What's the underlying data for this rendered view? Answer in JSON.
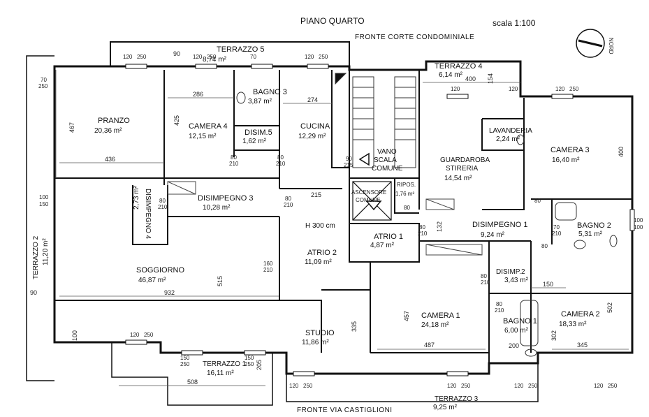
{
  "header": {
    "title": "PIANO QUARTO",
    "scale": "scala 1:100",
    "north": "NORD"
  },
  "fronts": {
    "top": "FRONTE CORTE CONDOMINIALE",
    "bottom": "FRONTE VIA CASTIGLIONI"
  },
  "ceiling_height": "H 300 cm",
  "rooms": {
    "terrazzo5": {
      "name": "TERRAZZO 5",
      "area": "8,74 m²"
    },
    "terrazzo4": {
      "name": "TERRAZZO 4",
      "area": "6,14 m²"
    },
    "pranzo": {
      "name": "PRANZO",
      "area": "20,36 m²"
    },
    "camera4": {
      "name": "CAMERA 4",
      "area": "12,15 m²"
    },
    "bagno3": {
      "name": "BAGNO 3",
      "area": "3,87 m²"
    },
    "disim5": {
      "name": "DISIM.5",
      "area": "1,62 m²"
    },
    "cucina": {
      "name": "CUCINA",
      "area": "12,29 m²"
    },
    "vano_scala": {
      "name1": "VANO",
      "name2": "SCALA",
      "name3": "COMUNE"
    },
    "guardaroba": {
      "name1": "GUARDAROBA",
      "name2": "STIRERIA",
      "area": "14,54 m²"
    },
    "lavanderia": {
      "name": "LAVANDERIA",
      "area": "2,24 m²"
    },
    "camera3": {
      "name": "CAMERA 3",
      "area": "16,40 m²"
    },
    "disimpegno3": {
      "name": "DISIMPEGNO 3",
      "area": "10,28 m²"
    },
    "disimpegno4": {
      "name": "DISIMPEGNO 4",
      "area": "2,73 m²"
    },
    "ascensore": {
      "name1": "ASCENSORE",
      "name2": "COMUNE"
    },
    "ripos": {
      "name": "RIPOS.",
      "area": "1,76 m²"
    },
    "disimpegno1": {
      "name": "DISIMPEGNO 1",
      "area": "9,24 m²"
    },
    "bagno2": {
      "name": "BAGNO 2",
      "area": "5,31 m²"
    },
    "atrio1": {
      "name": "ATRIO 1",
      "area": "4,87 m²"
    },
    "atrio2": {
      "name": "ATRIO 2",
      "area": "11,09 m²"
    },
    "terrazzo2": {
      "name": "TERRAZZO 2",
      "area": "11,20 m²"
    },
    "soggiorno": {
      "name": "SOGGIORNO",
      "area": "46,87 m²"
    },
    "disimp2": {
      "name": "DISIMP.2",
      "area": "3,43 m²"
    },
    "camera1": {
      "name": "CAMERA 1",
      "area": "24,18 m²"
    },
    "bagno1": {
      "name": "BAGNO 1",
      "area": "6,00 m²"
    },
    "camera2": {
      "name": "CAMERA 2",
      "area": "18,33 m²"
    },
    "studio": {
      "name": "STUDIO",
      "area": "11,86 m²"
    },
    "terrazzo1": {
      "name": "TERRAZZO 1",
      "area": "16,11 m²"
    },
    "terrazzo3": {
      "name": "TERRAZZO 3",
      "area": "9,25 m²"
    }
  },
  "dimensions": {
    "d90a": "90",
    "d286": "286",
    "d274": "274",
    "d467": "467",
    "d436": "436",
    "d425": "425",
    "d215": "215",
    "d400a": "400",
    "d154": "154",
    "d400b": "400",
    "d132": "132",
    "d515": "515",
    "d932": "932",
    "d90b": "90",
    "d436b": "436",
    "d150": "150",
    "d457": "457",
    "d335": "335",
    "d487": "487",
    "d200": "200",
    "d345": "345",
    "d302": "302",
    "d502": "502",
    "d205": "205",
    "d508": "508",
    "d100": "100"
  },
  "doors": {
    "h70": "70",
    "h250": "250",
    "h120": "120",
    "h80": "80",
    "h210": "210",
    "h90": "90",
    "h215": "215",
    "h100": "100",
    "h150": "150",
    "h160": "160"
  }
}
